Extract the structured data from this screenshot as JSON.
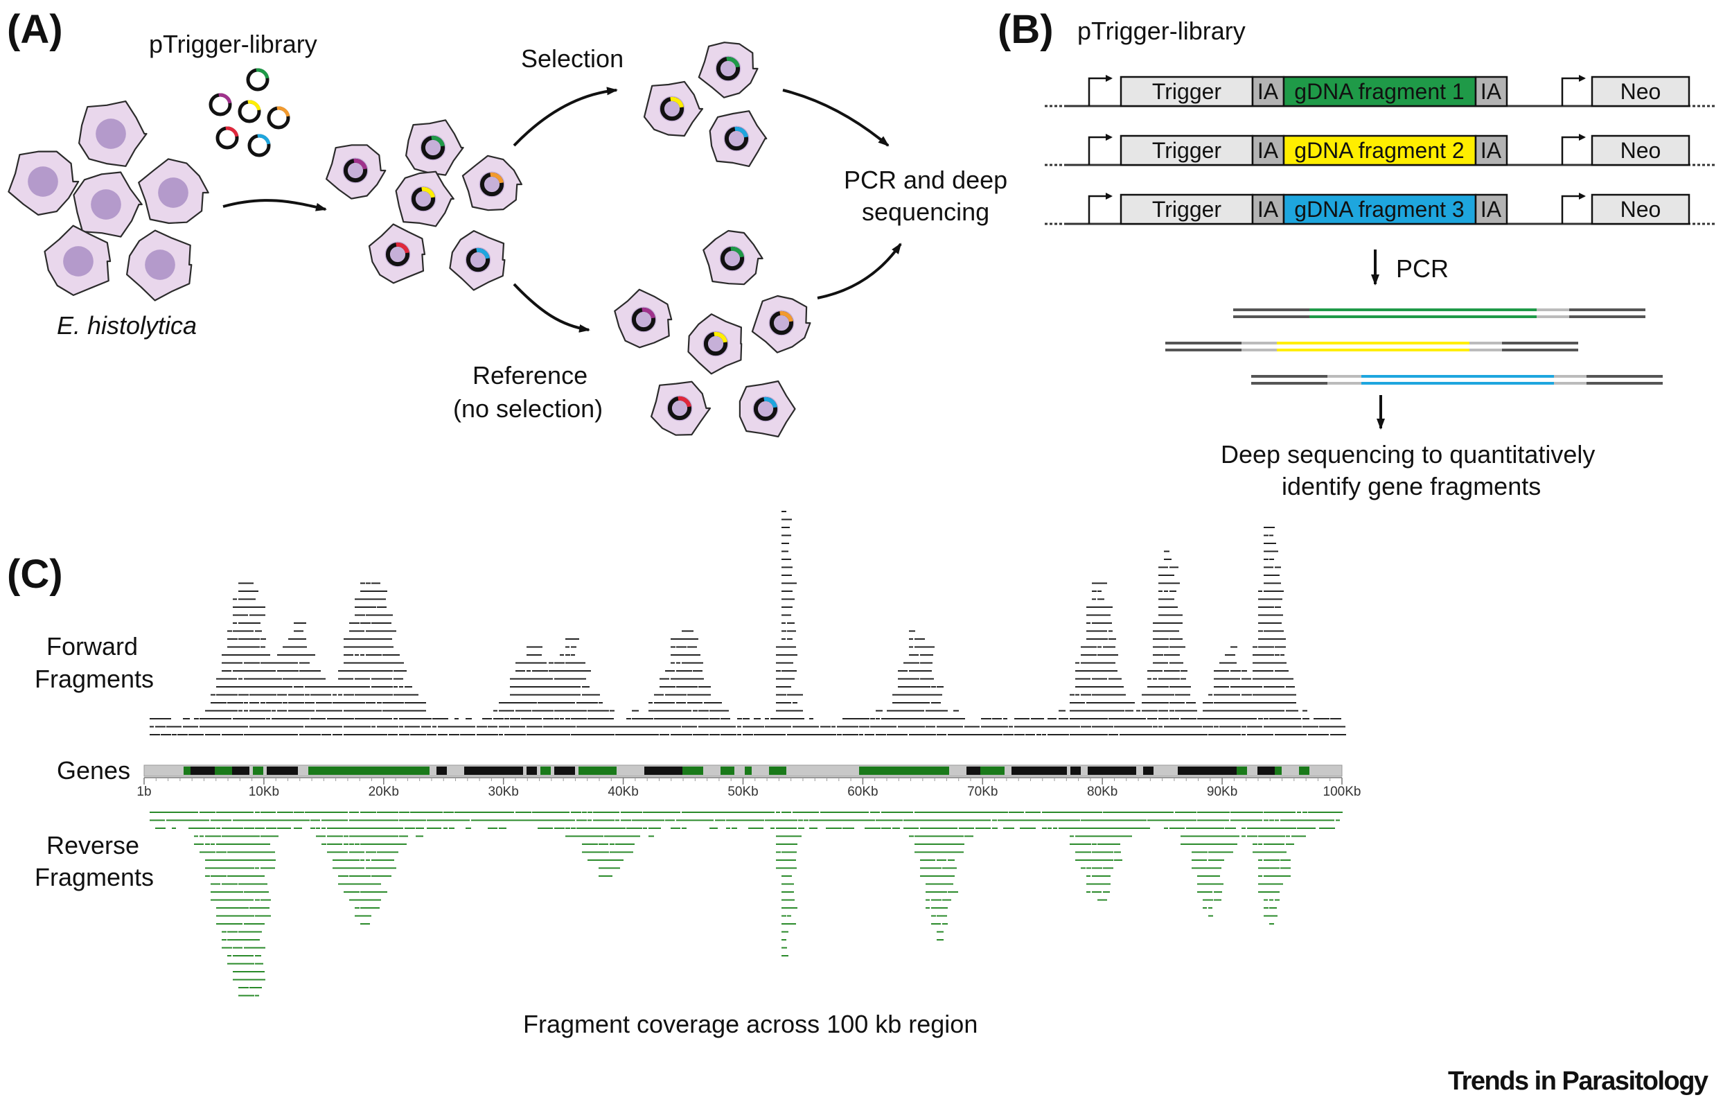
{
  "panels": {
    "a": "(A)",
    "b": "(B)",
    "c": "(C)"
  },
  "panel_a": {
    "library_label": "pTrigger-library",
    "organism_label": "E. histolytica",
    "selection_label": "Selection",
    "reference_label_1": "Reference",
    "reference_label_2": "(no selection)",
    "pcr_label_1": "PCR and deep",
    "pcr_label_2": "sequencing"
  },
  "panel_b": {
    "title": "pTrigger-library",
    "constructs": [
      {
        "trigger": "Trigger",
        "ia_left": "IA",
        "fragment": "gDNA fragment 1",
        "ia_right": "IA",
        "neo": "Neo",
        "color": "#1f9a48"
      },
      {
        "trigger": "Trigger",
        "ia_left": "IA",
        "fragment": "gDNA fragment 2",
        "ia_right": "IA",
        "neo": "Neo",
        "color": "#ffee00"
      },
      {
        "trigger": "Trigger",
        "ia_left": "IA",
        "fragment": "gDNA fragment 3",
        "ia_right": "IA",
        "neo": "Neo",
        "color": "#1ea6de"
      }
    ],
    "pcr_label": "PCR",
    "deep_seq_1": "Deep sequencing to quantitatively",
    "deep_seq_2": "identify gene fragments"
  },
  "panel_c": {
    "forward_label_1": "Forward",
    "forward_label_2": "Fragments",
    "genes_label": "Genes",
    "reverse_label_1": "Reverse",
    "reverse_label_2": "Fragments",
    "caption": "Fragment coverage across 100 kb region",
    "axis_ticks": [
      "1b",
      "10Kb",
      "20Kb",
      "30Kb",
      "40Kb",
      "50Kb",
      "60Kb",
      "70Kb",
      "80Kb",
      "90Kb",
      "100Kb"
    ]
  },
  "journal": "Trends in Parasitology",
  "colors": {
    "green": "#1f9a48",
    "yellow": "#ffee00",
    "blue": "#1ea6de",
    "red": "#e0283c",
    "orange": "#f29a2e",
    "magenta": "#a0328c",
    "cell_fill": "#e9d7ec",
    "nucleus": "#b49acb",
    "forward_fragment": "#222222",
    "reverse_fragment": "#2a8a2a",
    "gene_green": "#1a7a1a"
  }
}
